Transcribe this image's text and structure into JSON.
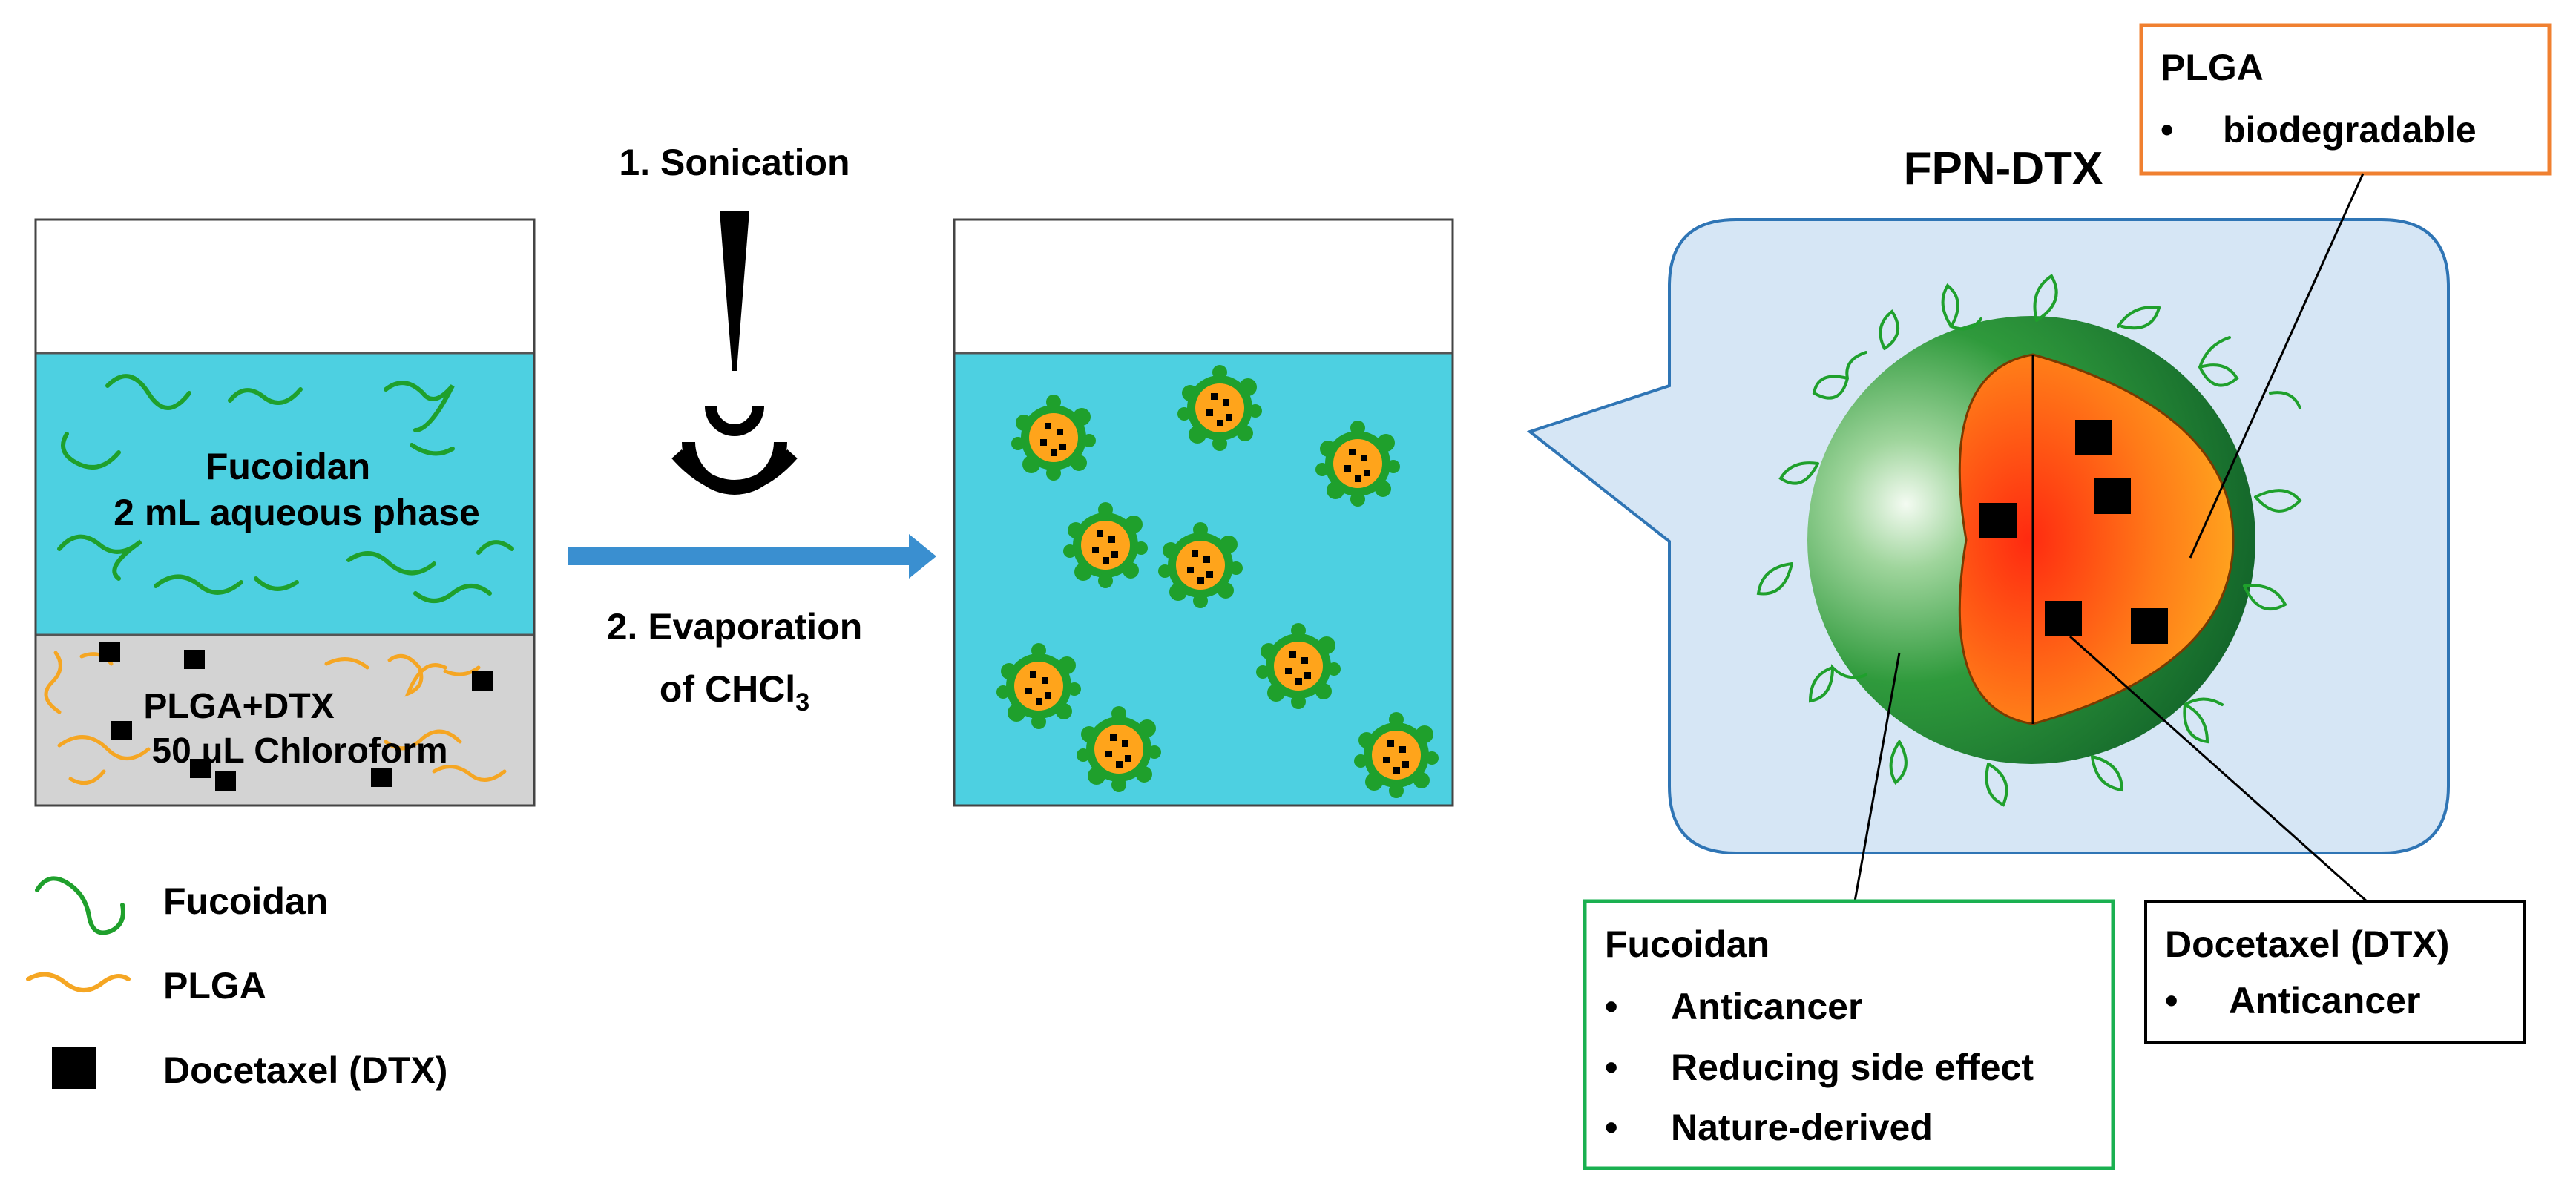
{
  "process": {
    "step1": "1. Sonication",
    "step2_line1": "2. Evaporation",
    "step2_line2_prefix": "of CHCl",
    "step2_line2_sub": "3"
  },
  "beaker1": {
    "aqueous_label_1": "Fucoidan",
    "aqueous_label_2": "2 mL aqueous phase",
    "organic_label_1": "PLGA+DTX",
    "organic_label_2": "50 μL Chloroform"
  },
  "legend": {
    "fucoidan": "Fucoidan",
    "plga": "PLGA",
    "docetaxel": "Docetaxel (DTX)"
  },
  "nanoparticle": {
    "title": "FPN-DTX"
  },
  "callouts": {
    "plga": {
      "title": "PLGA",
      "items": [
        "biodegradable"
      ]
    },
    "fucoidan": {
      "title": "Fucoidan",
      "items": [
        "Anticancer",
        "Reducing side effect",
        "Nature-derived"
      ]
    },
    "docetaxel": {
      "title": "Docetaxel (DTX)",
      "items": [
        "Anticancer"
      ]
    }
  },
  "colors": {
    "aqueous": "#4dd0e1",
    "organic": "#d3d3d3",
    "fucoidan_strand": "#1fa02c",
    "plga_strand": "#f5a623",
    "arrow": "#3a8fd0",
    "bubble_fill": "#d6e6f5",
    "bubble_stroke": "#2f75b5",
    "plga_box": "#f08030",
    "fucoidan_box": "#1ab050",
    "shell_green": "#1f8a2e",
    "core_orange": "#ff8c1a"
  },
  "icons": [
    "sonicator-probe-icon",
    "sound-wave-icon",
    "arrow-right-icon",
    "drug-square-icon"
  ]
}
